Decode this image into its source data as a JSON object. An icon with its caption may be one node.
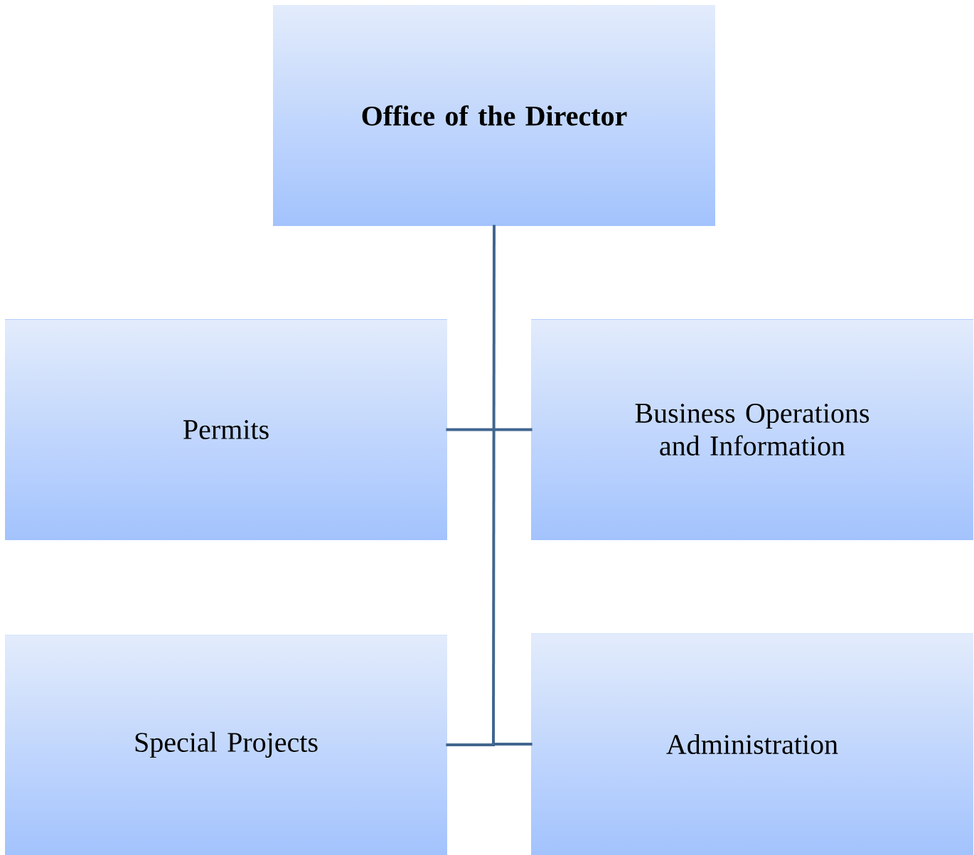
{
  "diagram": {
    "nodes": [
      {
        "text": [
          "Office of the Director"
        ]
      },
      {
        "text": [
          "Permits"
        ]
      },
      {
        "text": [
          "Business Operations and Information"
        ]
      },
      {
        "text": [
          "Special Projects"
        ]
      },
      {
        "text": [
          "Administration"
        ]
      }
    ],
    "edges": [
      {
        "from": 0,
        "to": 1,
        "arrow": "none"
      },
      {
        "from": 0,
        "to": 2,
        "arrow": "none"
      },
      {
        "from": 0,
        "to": 3,
        "arrow": "none"
      },
      {
        "from": 0,
        "to": 4,
        "arrow": "none"
      }
    ]
  }
}
